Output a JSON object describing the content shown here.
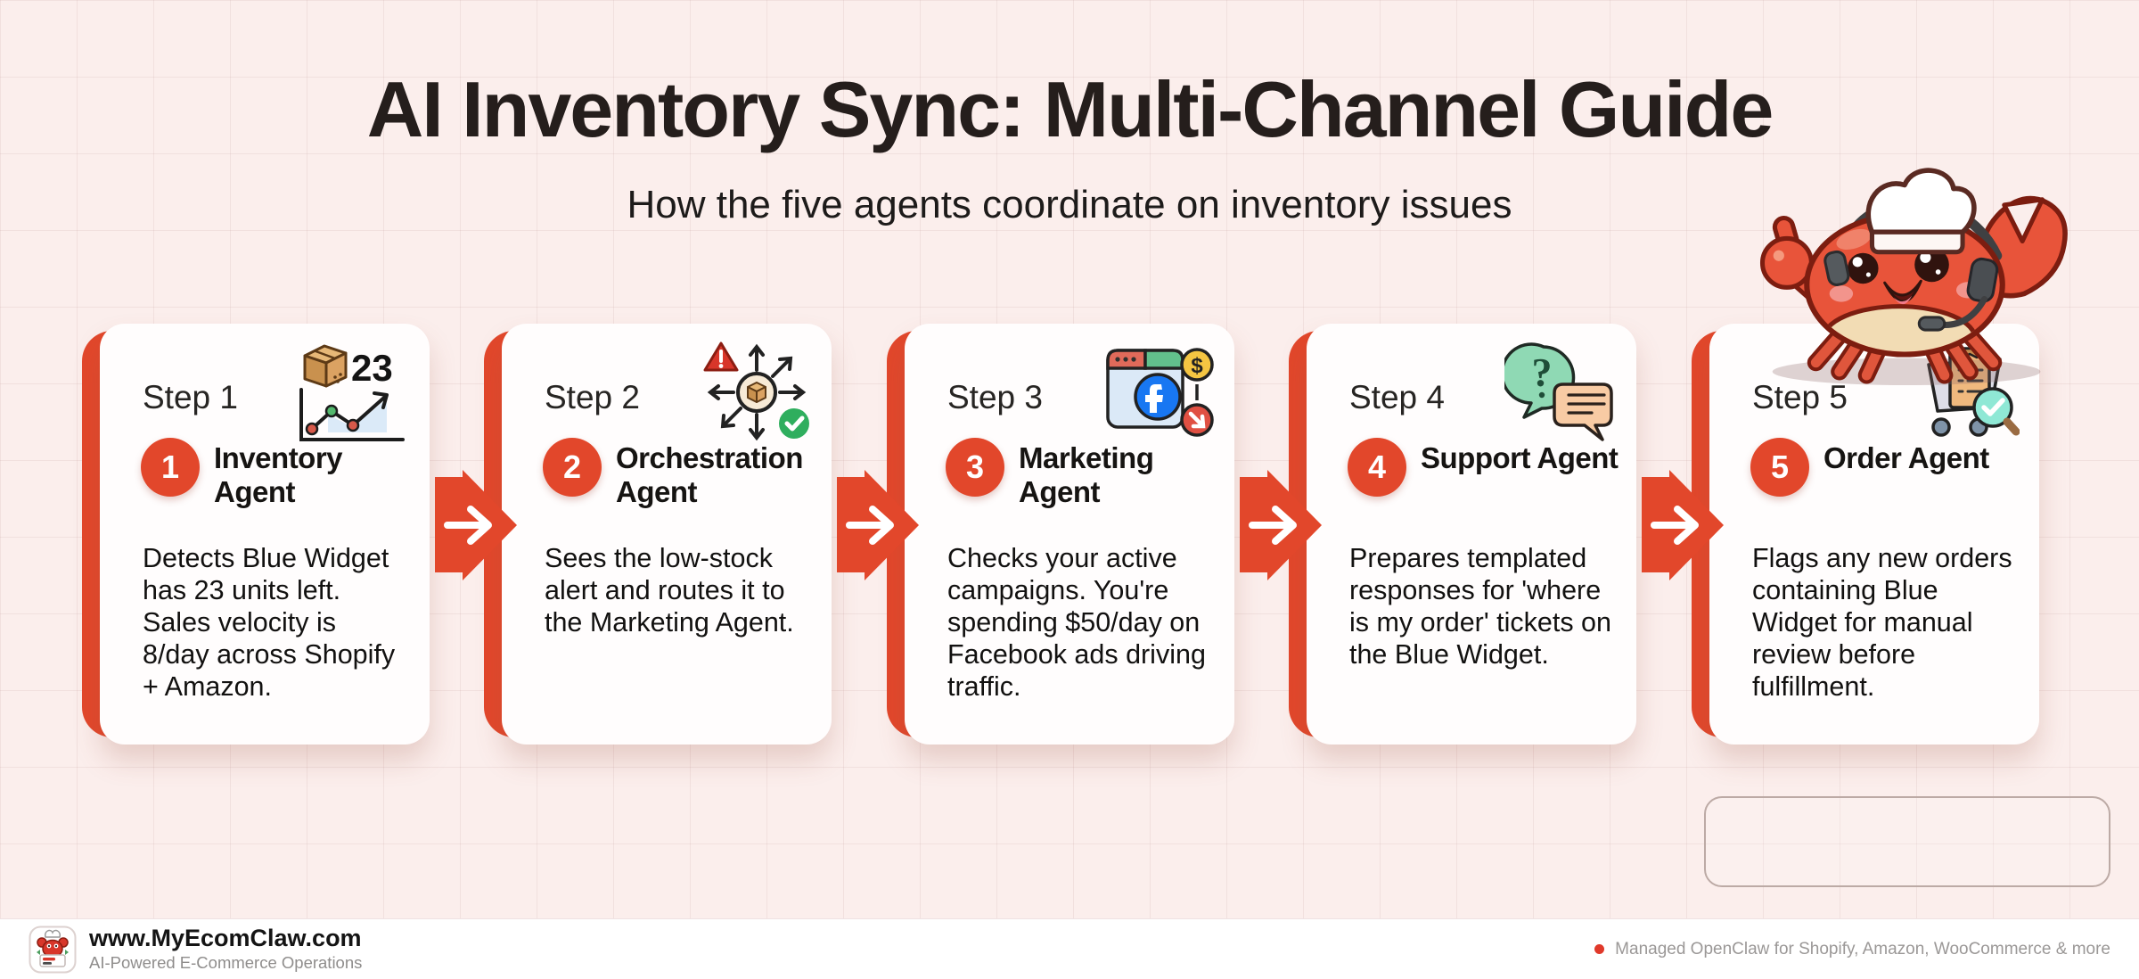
{
  "header": {
    "title": "AI Inventory Sync: Multi-Channel Guide",
    "subtitle": "How the five agents coordinate on inventory issues"
  },
  "colors": {
    "accent": "#E2472B",
    "background": "#FBEEEC",
    "card": "#FFFDFD"
  },
  "steps": [
    {
      "step_label": "Step 1",
      "number": "1",
      "title": "Inventory Agent",
      "description": "Detects Blue Widget has 23 units left. Sales velocity is 8/day across Shopify + Amazon.",
      "icon": "inventory-box-sales-chart-icon",
      "icon_badge": "23"
    },
    {
      "step_label": "Step 2",
      "number": "2",
      "title": "Orchestration Agent",
      "description": "Sees the low-stock alert and routes it to the Marketing Agent.",
      "icon": "alert-routing-hub-icon"
    },
    {
      "step_label": "Step 3",
      "number": "3",
      "title": "Marketing Agent",
      "description": "Checks your active campaigns. You're spending $50/day on Facebook ads driving traffic.",
      "icon": "facebook-ads-spend-icon"
    },
    {
      "step_label": "Step 4",
      "number": "4",
      "title": "Support Agent",
      "description": "Prepares templated responses for 'where is my order' tickets on the Blue Widget.",
      "icon": "question-chat-bubbles-icon"
    },
    {
      "step_label": "Step 5",
      "number": "5",
      "title": "Order Agent",
      "description": "Flags any new orders containing Blue Widget for manual review before fulfillment.",
      "icon": "cart-order-review-icon"
    }
  ],
  "flow": {
    "arrow_icon": "right-arrow-icon",
    "arrow_count": 4
  },
  "mascot": {
    "icon": "chef-crab-headset-mascot"
  },
  "footer": {
    "site": "www.MyEcomClaw.com",
    "tagline": "AI-Powered E-Commerce Operations",
    "note": "Managed OpenClaw for Shopify, Amazon, WooCommerce & more",
    "logo_icon": "ecomclaw-crab-logo"
  }
}
